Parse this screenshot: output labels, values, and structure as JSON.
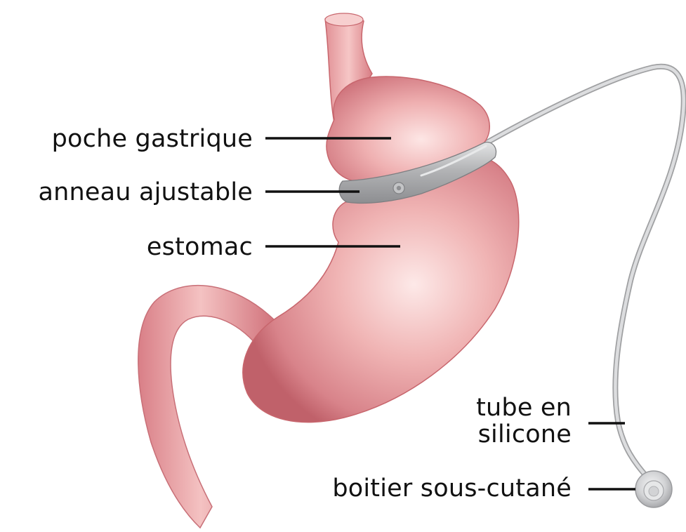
{
  "labels": {
    "pouch": "poche gastrique",
    "band": "anneau ajustable",
    "stomach": "estomac",
    "tube_line1": "tube en",
    "tube_line2": "silicone",
    "port": "boitier sous-cutané"
  },
  "colors": {
    "tissue_light": "#fbe0df",
    "tissue_mid": "#eba2a3",
    "tissue_dark": "#c8666d",
    "band_gray": "#a9aaac",
    "tube_gray": "#c9cacb",
    "leader_line": "#111111",
    "text": "#111111"
  }
}
